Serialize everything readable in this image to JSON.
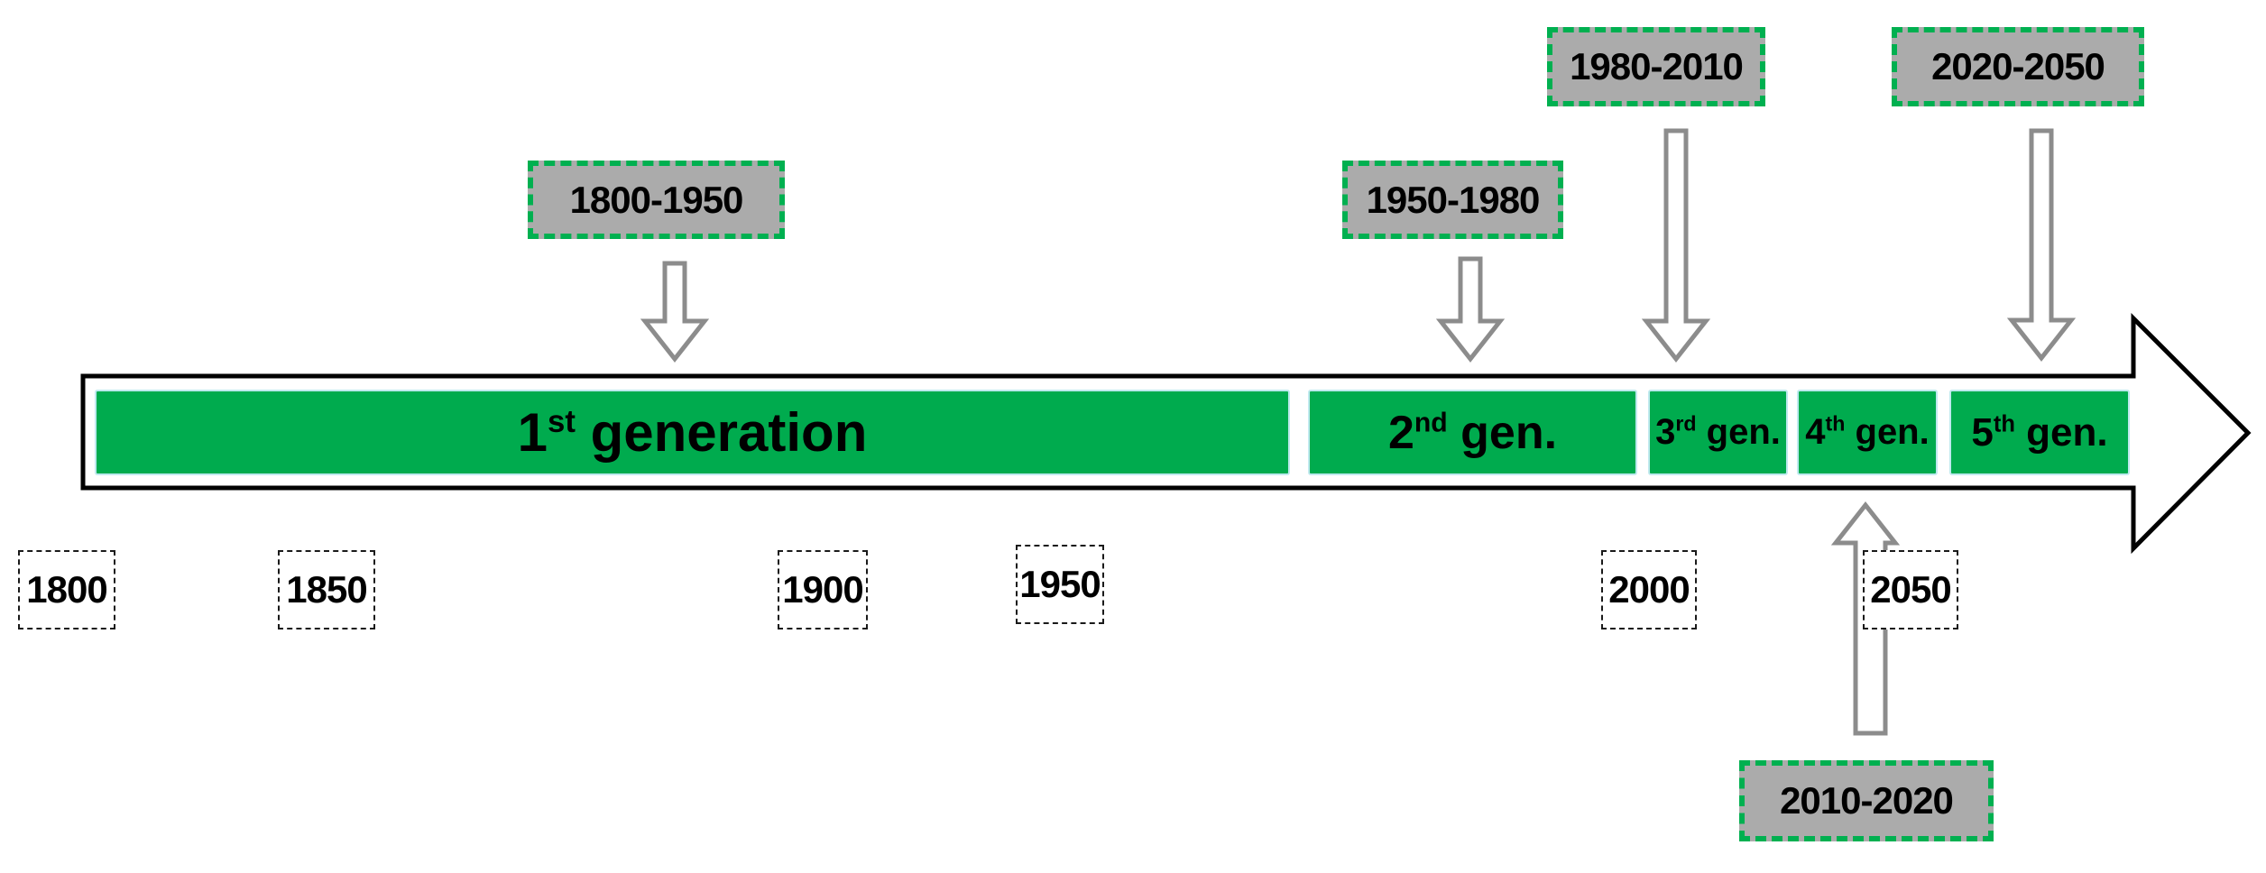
{
  "timeline": {
    "segments": [
      {
        "num": "1",
        "sup": "st",
        "rest": " generation",
        "period": "1800-1950"
      },
      {
        "num": "2",
        "sup": "nd",
        "rest": " gen.",
        "period": "1950-1980"
      },
      {
        "num": "3",
        "sup": "rd",
        "rest": " gen.",
        "period": "1980-2010"
      },
      {
        "num": "4",
        "sup": "th",
        "rest": " gen.",
        "period": "2010-2020"
      },
      {
        "num": "5",
        "sup": "th",
        "rest": " gen.",
        "period": "2020-2050"
      }
    ],
    "years": [
      "1800",
      "1850",
      "1900",
      "1950",
      "2000",
      "2050"
    ],
    "callouts": [
      {
        "label": "1800-1950",
        "points_to": "1st generation",
        "side": "above"
      },
      {
        "label": "1950-1980",
        "points_to": "2nd gen.",
        "side": "above"
      },
      {
        "label": "1980-2010",
        "points_to": "3rd gen.",
        "side": "above"
      },
      {
        "label": "2020-2050",
        "points_to": "5th gen.",
        "side": "above"
      },
      {
        "label": "2010-2020",
        "points_to": "4th gen.",
        "side": "below"
      }
    ],
    "colors": {
      "segment_green": "#00AB4E",
      "segment_edge": "#bfe9ee",
      "callout_gray": "#ABABAB",
      "callout_border_green": "#00B050",
      "arrow_gray": "#8C8C8C",
      "outline_black": "#000000"
    }
  }
}
